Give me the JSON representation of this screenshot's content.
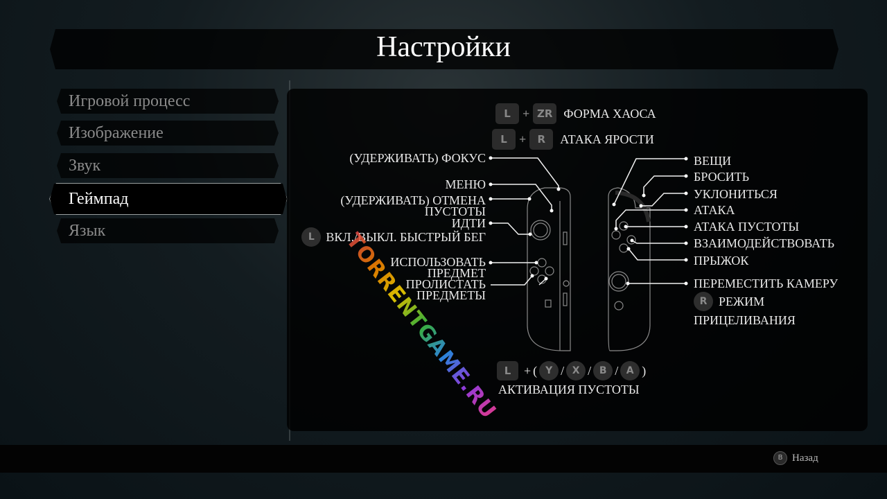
{
  "header": {
    "title": "Настройки"
  },
  "sidebar": {
    "items": [
      {
        "label": "Игровой процесс",
        "active": false
      },
      {
        "label": "Изображение",
        "active": false
      },
      {
        "label": "Звук",
        "active": false
      },
      {
        "label": "Геймпад",
        "active": true
      },
      {
        "label": "Язык",
        "active": false
      }
    ]
  },
  "combos": {
    "chaos_form": {
      "keys": [
        "L",
        "ZR"
      ],
      "plus": "+",
      "label": "ФОРМА ХАОСА"
    },
    "rage_attack": {
      "keys": [
        "L",
        "R"
      ],
      "plus": "+",
      "label": "АТАКА ЯРОСТИ"
    },
    "void_activation": {
      "key": "L",
      "plus": "+",
      "open": "(",
      "close": ")",
      "sep": "/",
      "buttons": [
        "Y",
        "X",
        "B",
        "A"
      ],
      "label": "АКТИВАЦИЯ ПУСТОТЫ"
    }
  },
  "left_labels": {
    "focus": "(УДЕРЖИВАТЬ) ФОКУС",
    "menu": "МЕНЮ",
    "cancel_void_1": "(УДЕРЖИВАТЬ) ОТМЕНА",
    "cancel_void_2": "ПУСТОТЫ",
    "walk": "ИДТИ",
    "sprint_key": "L",
    "sprint": "ВКЛ./ВЫКЛ. БЫСТРЫЙ БЕГ",
    "use_item_1": "ИСПОЛЬЗОВАТЬ",
    "use_item_2": "ПРЕДМЕТ",
    "scroll_items_1": "ПРОЛИСТАТЬ",
    "scroll_items_2": "ПРЕДМЕТЫ"
  },
  "right_labels": {
    "items": "ВЕЩИ",
    "throw": "БРОСИТЬ",
    "dodge": "УКЛОНИТЬСЯ",
    "attack": "АТАКА",
    "void_attack": "АТАКА ПУСТОТЫ",
    "interact": "ВЗАИМОДЕЙСТВОВАТЬ",
    "jump": "ПРЫЖОК",
    "camera": "ПЕРЕМЕСТИТЬ КАМЕРУ",
    "aim_key": "R",
    "aim_1": "РЕЖИМ",
    "aim_2": "ПРИЦЕЛИВАНИЯ"
  },
  "footer": {
    "back_key": "B",
    "back_label": "Назад"
  },
  "watermark": "TORRENTGAME.RU"
}
